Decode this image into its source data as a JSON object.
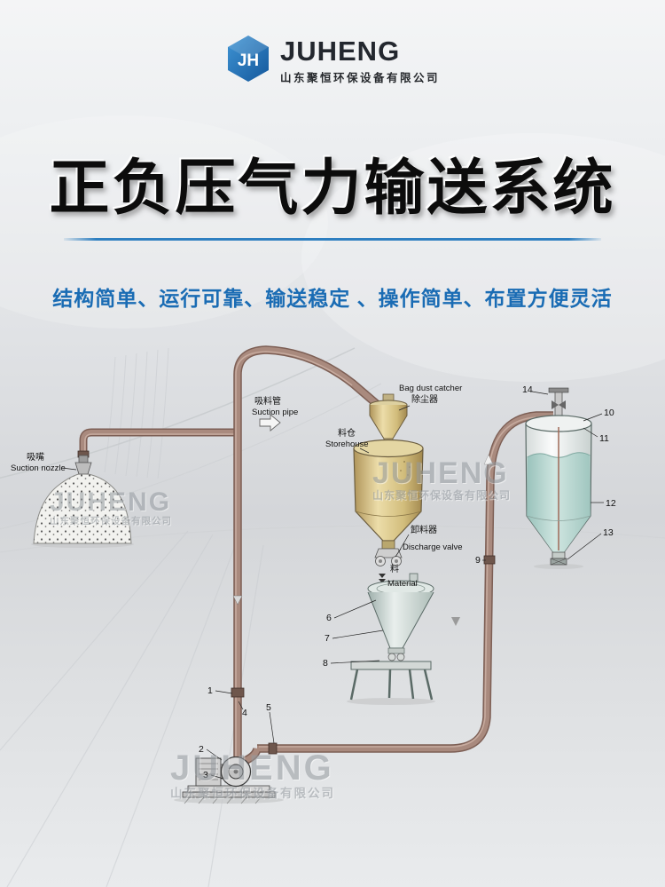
{
  "header": {
    "brand": "JUHENG",
    "company": "山东聚恒环保设备有限公司"
  },
  "hero": {
    "title": "正负压气力输送系统",
    "subtitle": "结构简单、运行可靠、输送稳定 、操作简单、布置方便灵活"
  },
  "watermark": {
    "brand": "JUHENG",
    "company": "山东聚恒环保设备有限公司"
  },
  "diagram": {
    "labels": {
      "suction_nozzle_cn": "吸嘴",
      "suction_nozzle_en": "Suction nozzle",
      "suction_pipe_cn": "吸料管",
      "suction_pipe_en": "Suction pipe",
      "dust_catcher_en": "Bag dust catcher",
      "dust_catcher_cn": "除尘器",
      "storehouse_cn": "料仓",
      "storehouse_en": "Storehouse",
      "discharge_valve_cn": "卸料器",
      "discharge_valve_en": "Discharge valve",
      "material_cn": "料",
      "material_en": "Material"
    },
    "part_numbers": [
      "1",
      "2",
      "3",
      "4",
      "5",
      "6",
      "7",
      "8",
      "9",
      "10",
      "11",
      "12",
      "13",
      "14"
    ],
    "colors": {
      "accent_blue": "#2e7fc0",
      "pipe": "#9a7a6e",
      "tank": "#d4c28c",
      "silo_contents": "#b9d8d2"
    }
  }
}
